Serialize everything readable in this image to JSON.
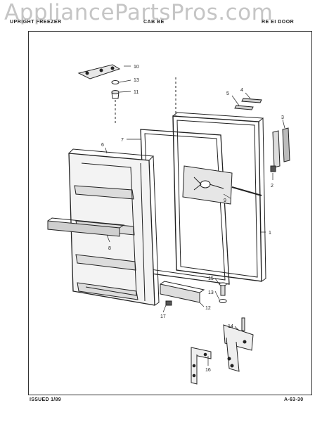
{
  "watermark": "AppliancePartsPros.com",
  "header": {
    "left": "UPRIGHT FREEZER",
    "middle": "CAB BE",
    "right": "RE EI DOOR"
  },
  "footer": {
    "issued": "ISSUED 1/89",
    "page_code": "A-63-30"
  },
  "callouts": [
    "10",
    "13",
    "11",
    "4",
    "5",
    "3",
    "7",
    "6",
    "2",
    "9",
    "1",
    "8",
    "15",
    "13",
    "12",
    "17",
    "14",
    "16"
  ]
}
